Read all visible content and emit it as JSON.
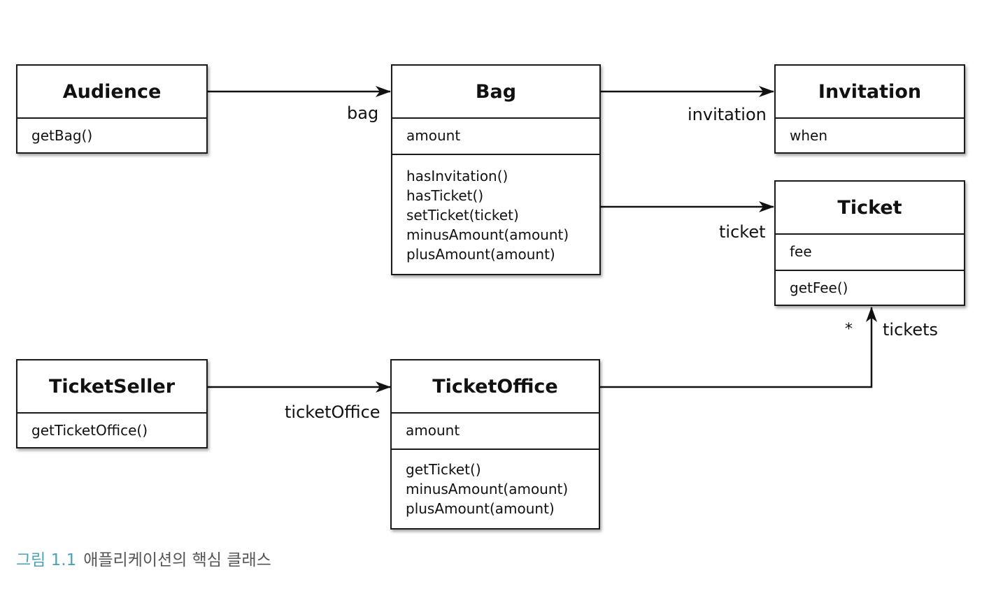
{
  "classes": {
    "audience": {
      "name": "Audience",
      "members": [
        "getBag()"
      ]
    },
    "bag": {
      "name": "Bag",
      "attributes": [
        "amount"
      ],
      "methods": [
        "hasInvitation()",
        "hasTicket()",
        "setTicket(ticket)",
        "minusAmount(amount)",
        "plusAmount(amount)"
      ]
    },
    "invitation": {
      "name": "Invitation",
      "attributes": [
        "when"
      ]
    },
    "ticket": {
      "name": "Ticket",
      "attributes": [
        "fee"
      ],
      "methods": [
        "getFee()"
      ]
    },
    "ticketseller": {
      "name": "TicketSeller",
      "members": [
        "getTicketOffice()"
      ]
    },
    "ticketoffice": {
      "name": "TicketOffice",
      "attributes": [
        "amount"
      ],
      "methods": [
        "getTicket()",
        "minusAmount(amount)",
        "plusAmount(amount)"
      ]
    }
  },
  "associations": {
    "bag": "bag",
    "invitation": "invitation",
    "ticket": "ticket",
    "ticketoffice": "ticketOffice",
    "tickets": "tickets",
    "tickets_multiplicity": "*"
  },
  "caption": {
    "number": "그림 1.1",
    "text": "애플리케이션의 핵심 클래스"
  }
}
